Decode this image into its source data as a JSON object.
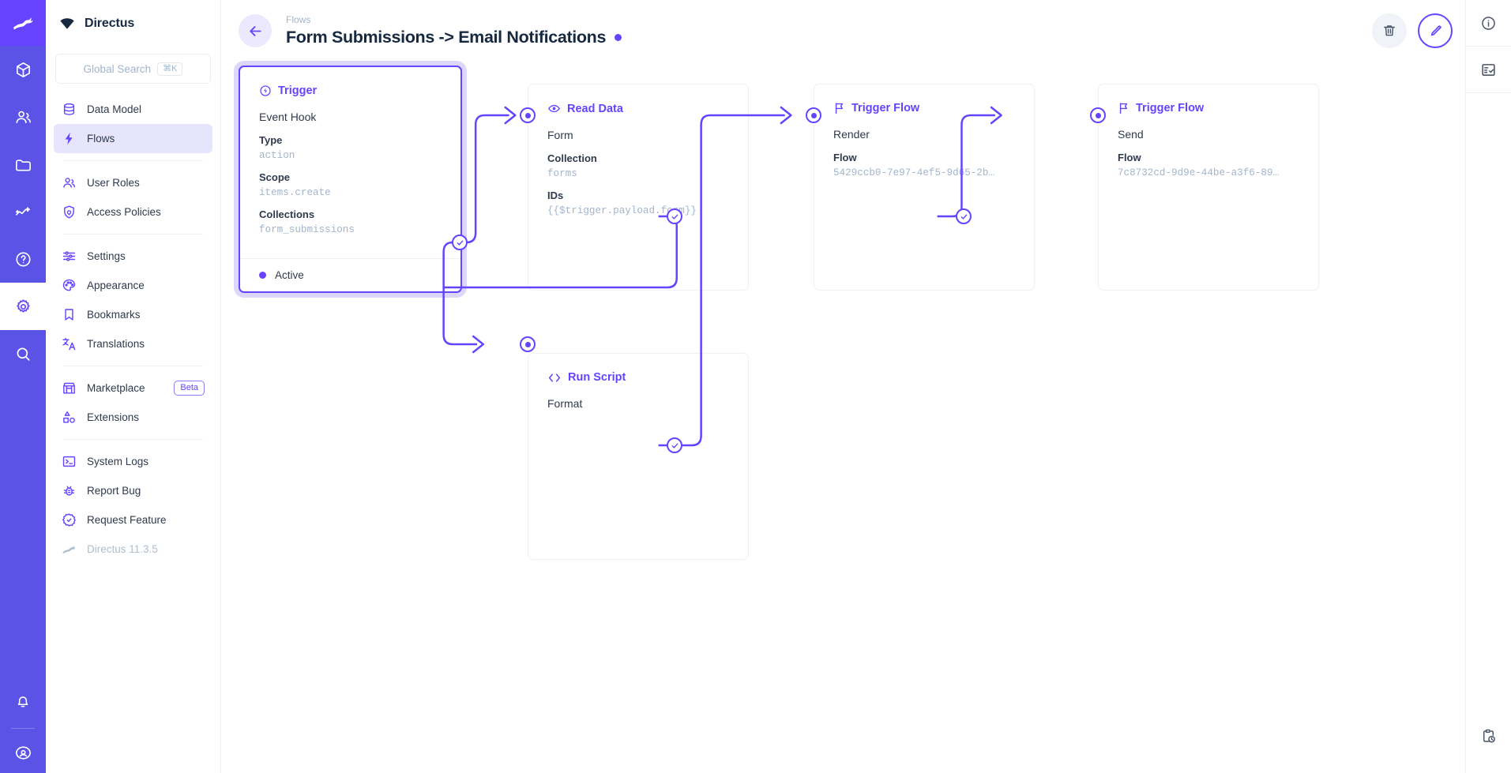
{
  "module_bar": {
    "items": [
      {
        "name": "directus-logo",
        "icon": "rabbit-logo-icon",
        "active": false,
        "logo": true
      },
      {
        "name": "content",
        "icon": "box-icon",
        "active": false
      },
      {
        "name": "users",
        "icon": "people-icon",
        "active": false
      },
      {
        "name": "files",
        "icon": "folder-icon",
        "active": false
      },
      {
        "name": "insights",
        "icon": "analytics-icon",
        "active": false
      },
      {
        "name": "docs",
        "icon": "question-circle-icon",
        "active": false
      },
      {
        "name": "settings",
        "icon": "gear-icon",
        "active": true
      },
      {
        "name": "search",
        "icon": "search-icon",
        "active": false
      }
    ],
    "bottom": [
      {
        "name": "notifications",
        "icon": "bell-icon"
      },
      {
        "name": "account",
        "icon": "user-circle-icon"
      }
    ]
  },
  "sidebar": {
    "brand": "Directus",
    "search": {
      "placeholder": "Global Search",
      "shortcut": "⌘K"
    },
    "groups": [
      {
        "items": [
          {
            "label": "Data Model",
            "icon": "database-icon",
            "active": false
          },
          {
            "label": "Flows",
            "icon": "lightning-icon",
            "active": true
          }
        ]
      },
      {
        "items": [
          {
            "label": "User Roles",
            "icon": "people-icon",
            "active": false
          },
          {
            "label": "Access Policies",
            "icon": "shield-lock-icon",
            "active": false
          }
        ]
      },
      {
        "items": [
          {
            "label": "Settings",
            "icon": "sliders-icon",
            "active": false
          },
          {
            "label": "Appearance",
            "icon": "palette-icon",
            "active": false
          },
          {
            "label": "Bookmarks",
            "icon": "bookmark-icon",
            "active": false
          },
          {
            "label": "Translations",
            "icon": "translate-icon",
            "active": false
          }
        ]
      },
      {
        "items": [
          {
            "label": "Marketplace",
            "icon": "store-icon",
            "active": false,
            "badge": "Beta"
          },
          {
            "label": "Extensions",
            "icon": "shapes-icon",
            "active": false
          }
        ]
      },
      {
        "items": [
          {
            "label": "System Logs",
            "icon": "terminal-icon",
            "active": false
          },
          {
            "label": "Report Bug",
            "icon": "bug-icon",
            "active": false
          },
          {
            "label": "Request Feature",
            "icon": "badge-check-icon",
            "active": false
          },
          {
            "label": "Directus 11.3.5",
            "icon": "rabbit-icon",
            "active": false,
            "muted": true
          }
        ]
      }
    ]
  },
  "header": {
    "back_icon": "arrow-left-icon",
    "breadcrumb": "Flows",
    "title": "Form Submissions -> Email Notifications",
    "status_dot_color": "#6644FF",
    "actions": [
      {
        "name": "delete-flow-button",
        "icon": "trash-icon"
      },
      {
        "name": "edit-flow-button",
        "icon": "pencil-icon"
      }
    ]
  },
  "right_rail": {
    "items": [
      {
        "name": "info-sidebar-button",
        "icon": "info-circle-icon"
      },
      {
        "name": "logs-sidebar-button",
        "icon": "list-check-icon"
      }
    ],
    "bottom": [
      {
        "name": "activity-log-button",
        "icon": "clipboard-clock-icon"
      }
    ]
  },
  "flow": {
    "nodes": [
      {
        "id": "trigger",
        "type_label": "Trigger",
        "type_icon": "trigger-bolt-circle-icon",
        "name": "Event Hook",
        "selected": true,
        "fields": [
          {
            "label": "Type",
            "value": "action"
          },
          {
            "label": "Scope",
            "value": "items.create"
          },
          {
            "label": "Collections",
            "value": "form_submissions"
          }
        ],
        "footer": {
          "status": "Active",
          "dot_color": "#6644FF"
        }
      },
      {
        "id": "read-data",
        "type_label": "Read Data",
        "type_icon": "eye-icon",
        "name": "Form",
        "selected": false,
        "fields": [
          {
            "label": "Collection",
            "value": "forms"
          },
          {
            "label": "IDs",
            "value": "{{$trigger.payload.form}}"
          }
        ]
      },
      {
        "id": "trigger-flow-render",
        "type_label": "Trigger Flow",
        "type_icon": "flag-icon",
        "name": "Render",
        "selected": false,
        "fields": [
          {
            "label": "Flow",
            "value": "5429ccb0-7e97-4ef5-9d65-2b…"
          }
        ]
      },
      {
        "id": "trigger-flow-send",
        "type_label": "Trigger Flow",
        "type_icon": "flag-icon",
        "name": "Send",
        "selected": false,
        "fields": [
          {
            "label": "Flow",
            "value": "7c8732cd-9d9e-44be-a3f6-89…"
          }
        ]
      },
      {
        "id": "run-script",
        "type_label": "Run Script",
        "type_icon": "code-brackets-icon",
        "name": "Format",
        "selected": false,
        "fields": []
      }
    ],
    "accent_color": "#6644FF"
  }
}
